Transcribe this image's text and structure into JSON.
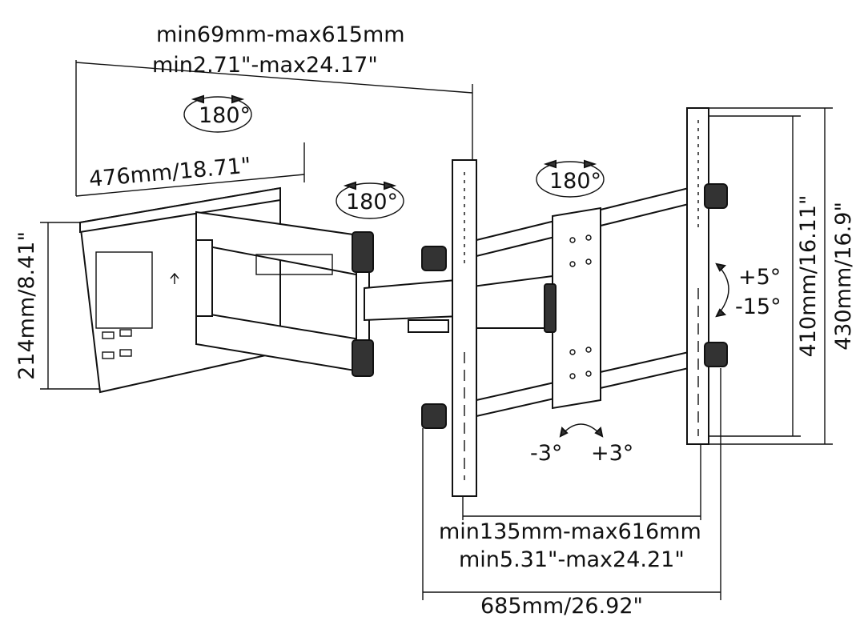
{
  "title": "TV wall mount dimension diagram",
  "dimensions": {
    "wall_distance_mm": "min69mm-max615mm",
    "wall_distance_in": "min2.71\"-max24.17\"",
    "wall_plate_width": "476mm/18.71\"",
    "wall_plate_height": "214mm/8.41\"",
    "vesa_height_inner": "410mm/16.11\"",
    "vesa_height_outer": "430mm/16.9\"",
    "vesa_width_mm": "min135mm-max616mm",
    "vesa_width_in": "min5.31\"-max24.21\"",
    "total_width": "685mm/26.92\""
  },
  "rotations": {
    "swivel_wall": "180°",
    "swivel_arm": "180°",
    "swivel_head": "180°",
    "tilt_up": "+5°",
    "tilt_down": "-15°",
    "level_left": "-3°",
    "level_right": "+3°"
  }
}
